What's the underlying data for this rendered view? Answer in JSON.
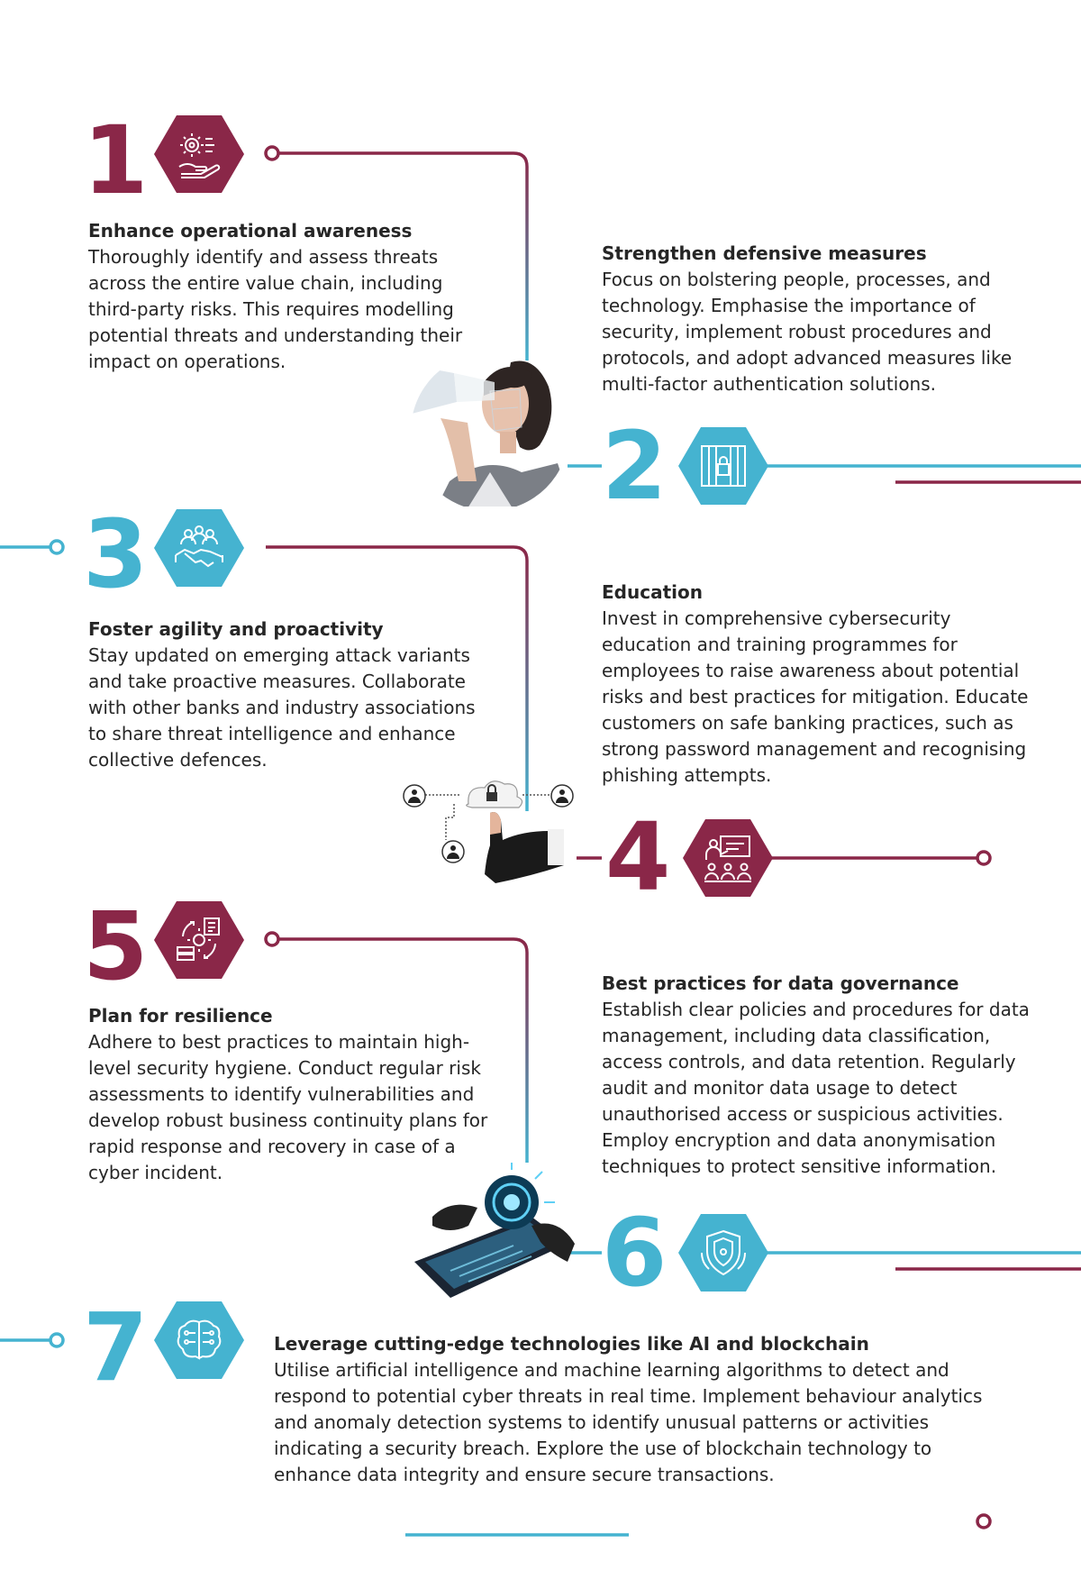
{
  "colors": {
    "maroon": "#8a2748",
    "teal": "#45b3d0"
  },
  "steps": [
    {
      "number": "1",
      "icon": "gear-hand-icon",
      "title": "Enhance operational awareness",
      "body": "Thoroughly identify and assess threats across the entire value chain, including third-party risks. This requires modelling potential threats and understanding their impact on operations."
    },
    {
      "number": "2",
      "icon": "secure-server-icon",
      "title": "Strengthen defensive measures",
      "body": "Focus on bolstering people, processes, and technology. Emphasise the importance of security, implement robust procedures and protocols, and adopt advanced measures like multi-factor authentication solutions."
    },
    {
      "number": "3",
      "icon": "handshake-icon",
      "title": "Foster agility and proactivity",
      "body": "Stay updated on emerging attack variants and take proactive measures. Collaborate with other banks and industry associations to share threat intelligence and enhance collective defences."
    },
    {
      "number": "4",
      "icon": "classroom-icon",
      "title": "Education",
      "body": "Invest in comprehensive cybersecurity education and training programmes for employees to raise awareness about potential risks and best practices for mitigation. Educate customers on safe banking practices, such as strong password management and recognising phishing attempts."
    },
    {
      "number": "5",
      "icon": "data-cycle-icon",
      "title": "Plan for resilience",
      "body": "Adhere to best practices to maintain high-level security hygiene. Conduct regular risk assessments to identify vulnerabilities and develop robust business continuity plans for rapid response and recovery in case of a cyber incident."
    },
    {
      "number": "6",
      "icon": "shield-icon",
      "title": "Best practices for data governance",
      "body": "Establish clear policies and procedures for data management, including data classification, access controls, and data retention. Regularly audit and monitor data usage to detect unauthorised access or suspicious activities. Employ encryption and data anonymisation techniques to protect sensitive information."
    },
    {
      "number": "7",
      "icon": "ai-brain-icon",
      "title": "Leverage cutting-edge technologies like AI and blockchain",
      "body": "Utilise artificial intelligence and machine learning algorithms to detect and respond to potential cyber threats in real time. Implement behaviour analytics and anomaly detection systems to identify unusual patterns or activities indicating a security breach. Explore the use of blockchain technology to enhance data integrity and ensure secure transactions."
    }
  ],
  "photos": [
    "woman-face-scan-photo",
    "cloud-lock-network-photo",
    "cyber-phone-photo"
  ]
}
